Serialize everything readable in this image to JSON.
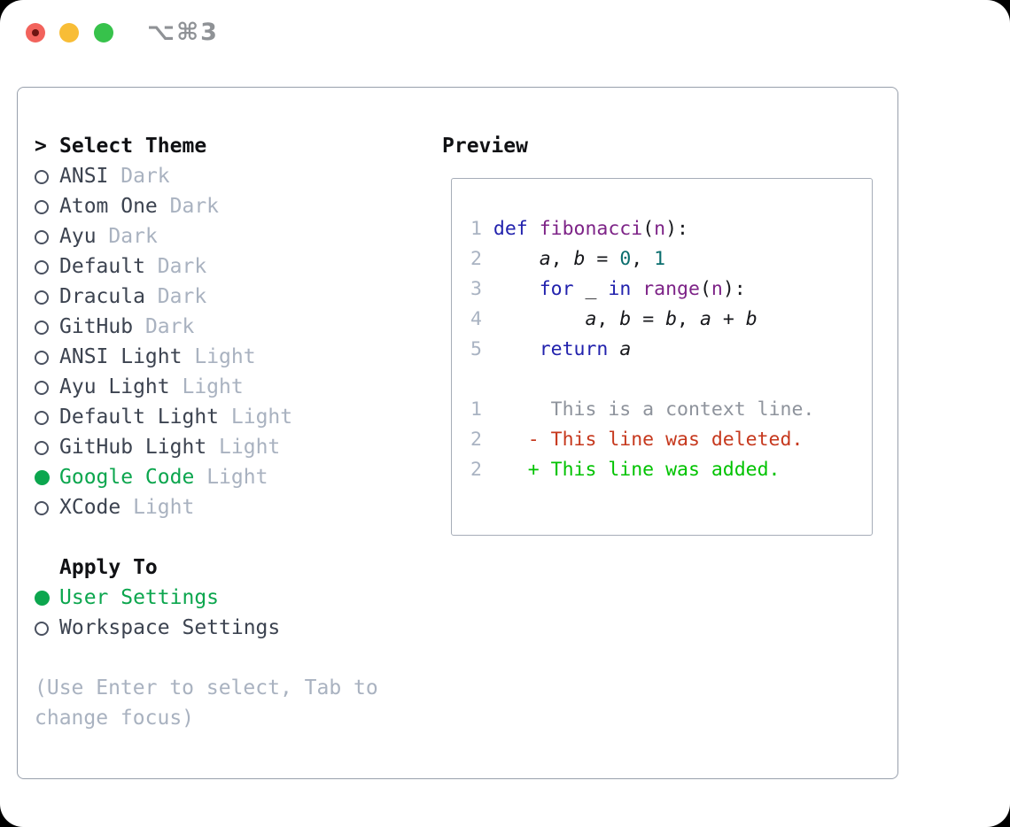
{
  "window": {
    "title": "⌥⌘3"
  },
  "theme_panel": {
    "prompt": ">",
    "heading": "Select Theme",
    "themes": [
      {
        "name": "ANSI",
        "variant": "Dark",
        "selected": false
      },
      {
        "name": "Atom One",
        "variant": "Dark",
        "selected": false
      },
      {
        "name": "Ayu",
        "variant": "Dark",
        "selected": false
      },
      {
        "name": "Default",
        "variant": "Dark",
        "selected": false
      },
      {
        "name": "Dracula",
        "variant": "Dark",
        "selected": false
      },
      {
        "name": "GitHub",
        "variant": "Dark",
        "selected": false
      },
      {
        "name": "ANSI Light",
        "variant": "Light",
        "selected": false
      },
      {
        "name": "Ayu Light",
        "variant": "Light",
        "selected": false
      },
      {
        "name": "Default Light",
        "variant": "Light",
        "selected": false
      },
      {
        "name": "GitHub Light",
        "variant": "Light",
        "selected": false
      },
      {
        "name": "Google Code",
        "variant": "Light",
        "selected": true
      },
      {
        "name": "XCode",
        "variant": "Light",
        "selected": false
      }
    ],
    "apply_to": {
      "heading": "Apply To",
      "options": [
        {
          "label": "User Settings",
          "selected": true
        },
        {
          "label": "Workspace Settings",
          "selected": false
        }
      ]
    },
    "hint_lines": [
      "(Use Enter to select, Tab to",
      "change focus)"
    ]
  },
  "preview": {
    "heading": "Preview",
    "lines": [
      {
        "tokens": [
          [
            "ln",
            "1"
          ],
          [
            "pl",
            " "
          ],
          [
            "kw",
            "def"
          ],
          [
            "pl",
            " "
          ],
          [
            "fn",
            "fibonacci"
          ],
          [
            "pl",
            "("
          ],
          [
            "fn",
            "n"
          ],
          [
            "pl",
            "):"
          ]
        ]
      },
      {
        "tokens": [
          [
            "ln",
            "2"
          ],
          [
            "pl",
            "     "
          ],
          [
            "var",
            "a"
          ],
          [
            "pl",
            ", "
          ],
          [
            "var",
            "b"
          ],
          [
            "pl",
            " = "
          ],
          [
            "num",
            "0"
          ],
          [
            "pl",
            ", "
          ],
          [
            "num",
            "1"
          ]
        ]
      },
      {
        "tokens": [
          [
            "ln",
            "3"
          ],
          [
            "pl",
            "     "
          ],
          [
            "kw",
            "for"
          ],
          [
            "pl",
            " _ "
          ],
          [
            "kw",
            "in"
          ],
          [
            "pl",
            " "
          ],
          [
            "fn",
            "range"
          ],
          [
            "pl",
            "("
          ],
          [
            "fn",
            "n"
          ],
          [
            "pl",
            "):"
          ]
        ]
      },
      {
        "tokens": [
          [
            "ln",
            "4"
          ],
          [
            "pl",
            "         "
          ],
          [
            "var",
            "a"
          ],
          [
            "pl",
            ", "
          ],
          [
            "var",
            "b"
          ],
          [
            "pl",
            " = "
          ],
          [
            "var",
            "b"
          ],
          [
            "pl",
            ", "
          ],
          [
            "var",
            "a"
          ],
          [
            "pl",
            " + "
          ],
          [
            "var",
            "b"
          ]
        ]
      },
      {
        "tokens": [
          [
            "ln",
            "5"
          ],
          [
            "pl",
            "     "
          ],
          [
            "kw",
            "return"
          ],
          [
            "pl",
            " "
          ],
          [
            "var",
            "a"
          ]
        ]
      },
      {
        "tokens": []
      },
      {
        "tokens": [
          [
            "ln",
            "1"
          ],
          [
            "pl",
            "      "
          ],
          [
            "ctx",
            "This is a context line."
          ]
        ]
      },
      {
        "tokens": [
          [
            "ln",
            "2"
          ],
          [
            "pl",
            "    "
          ],
          [
            "del",
            "- This line was deleted."
          ]
        ]
      },
      {
        "tokens": [
          [
            "ln",
            "2"
          ],
          [
            "pl",
            "    "
          ],
          [
            "add",
            "+ This line was added."
          ]
        ]
      }
    ]
  },
  "colors": {
    "ui": {
      "close_red": "#f2635c",
      "close_dot": "#6d1511",
      "minimize_yellow": "#f8bd36",
      "zoom_green": "#37c24b",
      "title_gray": "#8f9296",
      "panel_border": "#98a0ac",
      "box_border": "#a6adb8",
      "text_black": "#101114",
      "text_dark": "#3c4350",
      "muted": "#a9b2c0",
      "radio_ring": "#4a5160",
      "selected_green": "#0ca64e"
    },
    "syntax": {
      "line_number": "#a9b3c2",
      "keyword": "#2222ad",
      "function": "#7d2387",
      "number": "#0b6e6e",
      "plain": "#17181c",
      "context": "#8e939c",
      "deleted": "#c6381d",
      "added": "#00c300"
    }
  }
}
